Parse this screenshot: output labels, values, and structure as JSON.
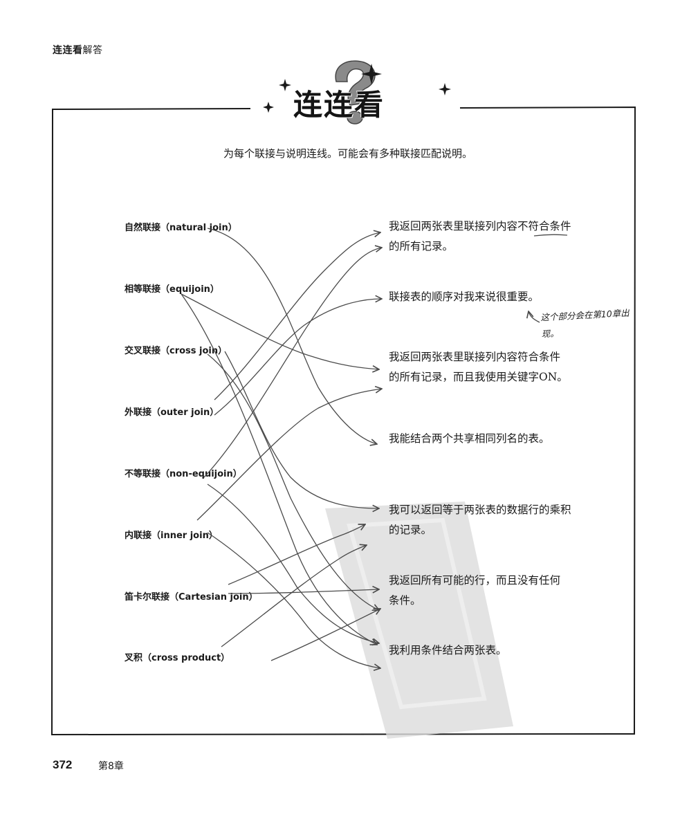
{
  "header": {
    "bold": "连连看",
    "rest": "解答"
  },
  "title": {
    "text": "连连看"
  },
  "instruction": {
    "text": "为每个联接与说明连线。可能会有多种联接匹配说明。"
  },
  "joins": [
    {
      "label": "自然联接（natural join）"
    },
    {
      "label": "相等联接（equijoin）"
    },
    {
      "label": "交叉联接（cross join）"
    },
    {
      "label": "外联接（outer join）"
    },
    {
      "label": "不等联接（non-equijoin）"
    },
    {
      "label": "内联接（inner join）"
    },
    {
      "label": "笛卡尔联接（Cartesian join）"
    },
    {
      "label": "叉积（cross product）"
    }
  ],
  "descriptions": [
    {
      "text": "我返回两张表里联接列内容不符合条件的所有记录。"
    },
    {
      "text": "联接表的顺序对我来说很重要。"
    },
    {
      "text": "我返回两张表里联接列内容符合条件的所有记录，而且我使用关键字ON。"
    },
    {
      "text": "我能结合两个共享相同列名的表。"
    },
    {
      "text": "我可以返回等于两张表的数据行的乘积的记录。"
    },
    {
      "text": "我返回所有可能的行，而且没有任何条件。"
    },
    {
      "text": "我利用条件结合两张表。"
    }
  ],
  "note": {
    "text": "这个部分会在第10章出现。"
  },
  "footer": {
    "page_number": "372",
    "chapter": "第8章"
  },
  "colors": {
    "ink": "#1a1a1a",
    "line": "#4a4a4a",
    "watermark": "#d9d9d9"
  }
}
